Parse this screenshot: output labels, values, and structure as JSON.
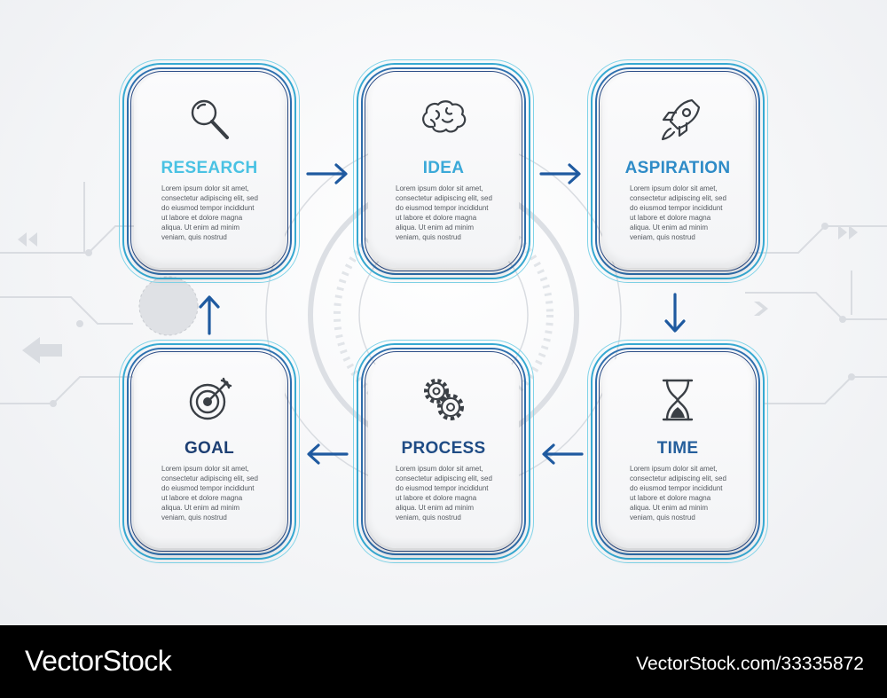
{
  "steps": [
    {
      "title": "RESEARCH",
      "color": "#4ac2e3",
      "icon": "magnifier-icon",
      "text": "Lorem ipsum dolor sit amet, consectetur adipiscing elit, sed do eiusmod tempor incididunt ut labore et dolore magna aliqua. Ut enim ad minim veniam, quis nostrud"
    },
    {
      "title": "IDEA",
      "color": "#3ba9d8",
      "icon": "brain-icon",
      "text": "Lorem ipsum dolor sit amet, consectetur adipiscing elit, sed do eiusmod tempor incididunt ut labore et dolore magna aliqua. Ut enim ad minim veniam, quis nostrud"
    },
    {
      "title": "ASPIRATION",
      "color": "#2e8bc7",
      "icon": "rocket-icon",
      "text": "Lorem ipsum dolor sit amet, consectetur adipiscing elit, sed do eiusmod tempor incididunt ut labore et dolore magna aliqua. Ut enim ad minim veniam, quis nostrud"
    },
    {
      "title": "TIME",
      "color": "#255f9c",
      "icon": "hourglass-icon",
      "text": "Lorem ipsum dolor sit amet, consectetur adipiscing elit, sed do eiusmod tempor incididunt ut labore et dolore magna aliqua. Ut enim ad minim veniam, quis nostrud"
    },
    {
      "title": "PROCESS",
      "color": "#1f4c85",
      "icon": "gears-icon",
      "text": "Lorem ipsum dolor sit amet, consectetur adipiscing elit, sed do eiusmod tempor incididunt ut labore et dolore magna aliqua. Ut enim ad minim veniam, quis nostrud"
    },
    {
      "title": "GOAL",
      "color": "#1d3f73",
      "icon": "target-icon",
      "text": "Lorem ipsum dolor sit amet, consectetur adipiscing elit, sed do eiusmod tempor incididunt ut labore et dolore magna aliqua. Ut enim ad minim veniam, quis nostrud"
    }
  ],
  "colors": {
    "arrow": "#1f5aa0",
    "body_text": "#555a60",
    "circuit": "#d7dadf"
  },
  "footer": {
    "brand": "VectorStock",
    "image_id": "VectorStock.com/33335872"
  }
}
